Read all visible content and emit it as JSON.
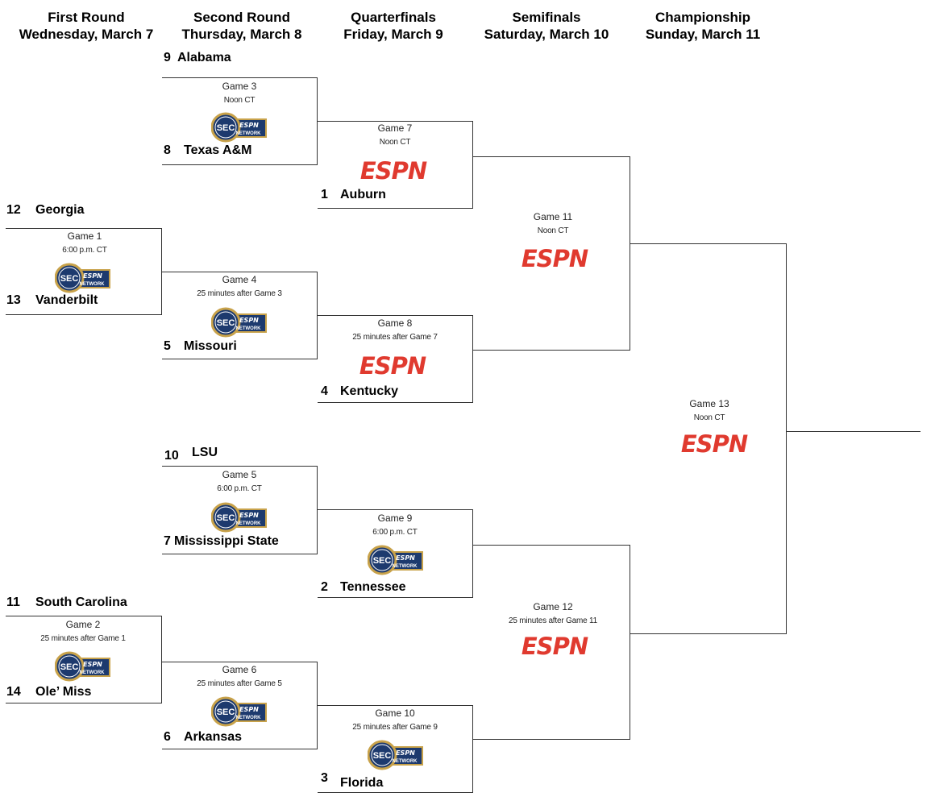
{
  "headers": [
    {
      "round": "First Round",
      "date": "Wednesday, March 7"
    },
    {
      "round": "Second Round",
      "date": "Thursday, March 8"
    },
    {
      "round": "Quarterfinals",
      "date": "Friday, March 9"
    },
    {
      "round": "Semifinals",
      "date": "Saturday, March 10"
    },
    {
      "round": "Championship",
      "date": "Sunday, March 11"
    }
  ],
  "teams": {
    "t1": {
      "seed": "9",
      "name": "Alabama"
    },
    "t2": {
      "seed": "8",
      "name": "Texas A&M"
    },
    "t3": {
      "seed": "1",
      "name": "Auburn"
    },
    "t4": {
      "seed": "12",
      "name": "Georgia"
    },
    "t5": {
      "seed": "13",
      "name": "Vanderbilt"
    },
    "t6": {
      "seed": "5",
      "name": "Missouri"
    },
    "t7": {
      "seed": "4",
      "name": "Kentucky"
    },
    "t8": {
      "seed": "10",
      "name": "LSU"
    },
    "t9": {
      "seed": "7",
      "name": "Mississippi State"
    },
    "t10": {
      "seed": "2",
      "name": "Tennessee"
    },
    "t11": {
      "seed": "11",
      "name": "South Carolina"
    },
    "t12": {
      "seed": "14",
      "name": "Ole’ Miss"
    },
    "t13": {
      "seed": "6",
      "name": "Arkansas"
    },
    "t14": {
      "seed": "3",
      "name": "Florida"
    }
  },
  "games": {
    "g1": {
      "name": "Game 1",
      "time": "6:00 p.m. CT",
      "network": "SEC Network"
    },
    "g2": {
      "name": "Game 2",
      "time": "25 minutes after Game 1",
      "network": "SEC Network"
    },
    "g3": {
      "name": "Game 3",
      "time": "Noon CT",
      "network": "SEC Network"
    },
    "g4": {
      "name": "Game 4",
      "time": "25 minutes after Game 3",
      "network": "SEC Network"
    },
    "g5": {
      "name": "Game 5",
      "time": "6:00 p.m. CT",
      "network": "SEC Network"
    },
    "g6": {
      "name": "Game 6",
      "time": "25 minutes after Game 5",
      "network": "SEC Network"
    },
    "g7": {
      "name": "Game 7",
      "time": "Noon CT",
      "network": "ESPN"
    },
    "g8": {
      "name": "Game 8",
      "time": "25 minutes after Game 7",
      "network": "ESPN"
    },
    "g9": {
      "name": "Game 9",
      "time": "6:00 p.m. CT",
      "network": "SEC Network"
    },
    "g10": {
      "name": "Game 10",
      "time": "25 minutes after Game 9",
      "network": "SEC Network"
    },
    "g11": {
      "name": "Game 11",
      "time": "Noon CT",
      "network": "ESPN"
    },
    "g12": {
      "name": "Game 12",
      "time": "25 minutes after Game 11",
      "network": "ESPN"
    },
    "g13": {
      "name": "Game 13",
      "time": "Noon CT",
      "network": "ESPN"
    }
  },
  "logos": {
    "espn_text": "ESPN",
    "sec_text": "SEC",
    "sec_espn_text": "ESPN",
    "sec_network_text": "NETWORK"
  },
  "colors": {
    "espn_red": "#e03a2f",
    "sec_navy": "#1d3a6e",
    "sec_gold": "#c8a24a",
    "line": "#333333"
  }
}
